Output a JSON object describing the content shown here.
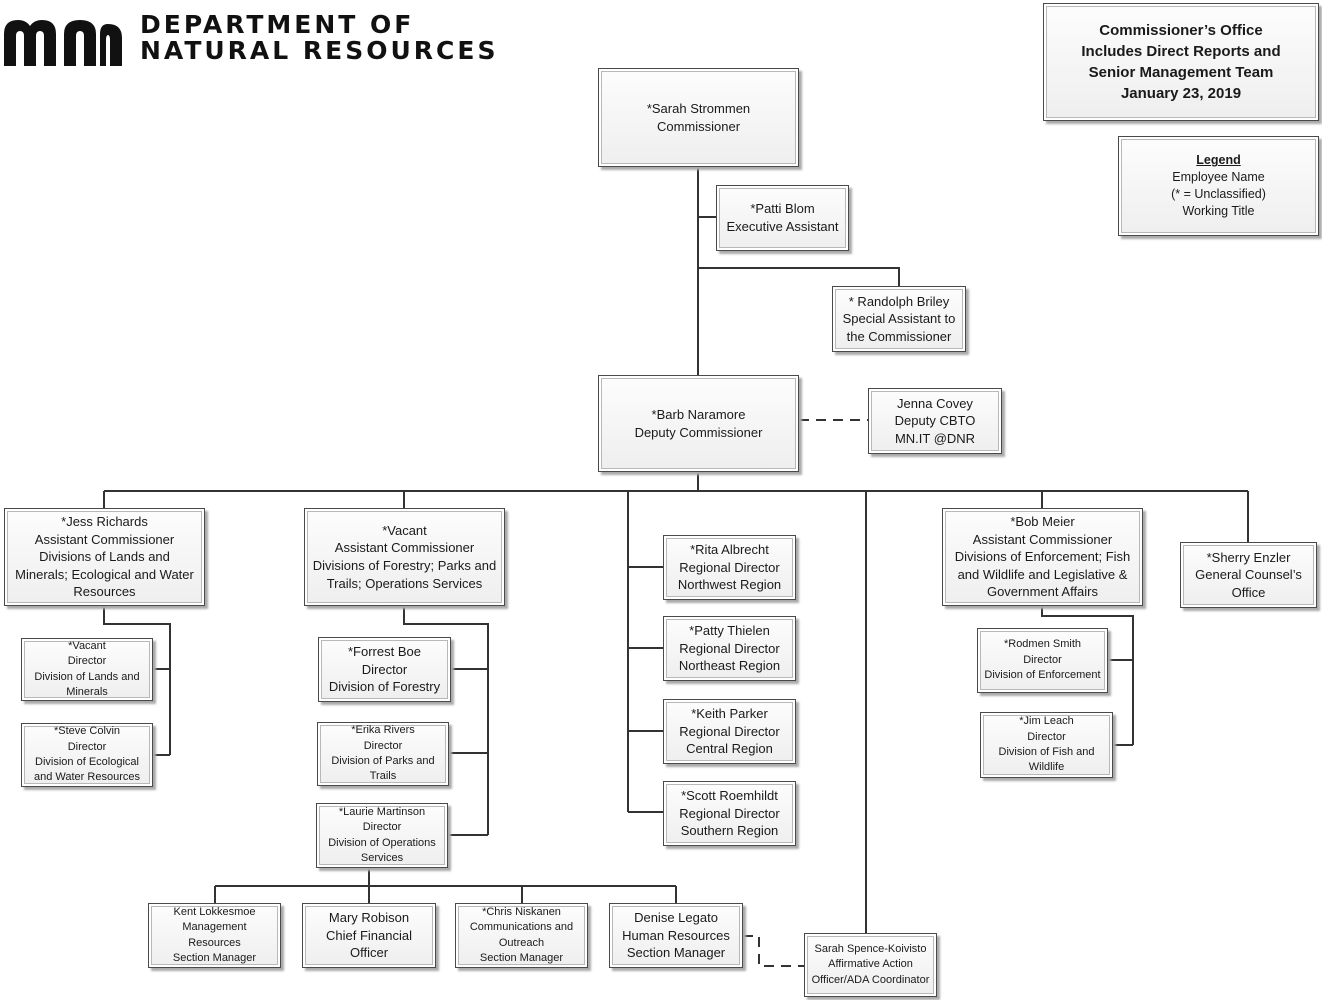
{
  "logo": {
    "line1": "DEPARTMENT OF",
    "line2": "NATURAL RESOURCES"
  },
  "header_box": {
    "line1": "Commissioner’s Office",
    "line2": "Includes Direct Reports and",
    "line3": "Senior Management Team",
    "line4": "January 23, 2019"
  },
  "legend": {
    "title": "Legend",
    "line1": "Employee Name",
    "line2": "(* = Unclassified)",
    "line3": "Working Title"
  },
  "positions": {
    "commissioner": {
      "name": "*Sarah Strommen",
      "title": "Commissioner"
    },
    "exec_assistant": {
      "name": "*Patti Blom",
      "title": "Executive Assistant"
    },
    "special_assistant": {
      "name": "* Randolph Briley",
      "title1": "Special Assistant to",
      "title2": "the Commissioner"
    },
    "deputy": {
      "name": "*Barb Naramore",
      "title": "Deputy Commissioner"
    },
    "cbto": {
      "name": "Jenna Covey",
      "title1": "Deputy CBTO",
      "title2": "MN.IT @DNR"
    },
    "richards": {
      "name": "*Jess Richards",
      "t1": "Assistant Commissioner",
      "t2": "Divisions of  Lands and",
      "t3": "Minerals; Ecological and Water",
      "t4": "Resources"
    },
    "vacant_ac": {
      "name": "*Vacant",
      "t1": "Assistant Commissioner",
      "t2": "Divisions of Forestry; Parks and",
      "t3": "Trails; Operations Services"
    },
    "albrecht": {
      "name": "*Rita Albrecht",
      "t1": "Regional Director",
      "t2": "Northwest Region"
    },
    "thielen": {
      "name": "*Patty Thielen",
      "t1": "Regional Director",
      "t2": "Northeast Region"
    },
    "parker": {
      "name": "*Keith Parker",
      "t1": "Regional Director",
      "t2": "Central Region"
    },
    "roemhildt": {
      "name": "*Scott Roemhildt",
      "t1": "Regional Director",
      "t2": "Southern Region"
    },
    "meier": {
      "name": "*Bob Meier",
      "t1": "Assistant Commissioner",
      "t2": "Divisions of Enforcement; Fish",
      "t3": "and Wildlife and Legislative &",
      "t4": "Government Affairs"
    },
    "enzler": {
      "name": "*Sherry Enzler",
      "t1": "General Counsel’s",
      "t2": "Office"
    },
    "vacant_lam": {
      "name": "*Vacant",
      "t1": "Director",
      "t2": "Division of Lands and",
      "t3": "Minerals"
    },
    "colvin": {
      "name": "*Steve Colvin",
      "t1": "Director",
      "t2": "Division of Ecological",
      "t3": "and Water Resources"
    },
    "boe": {
      "name": "*Forrest Boe",
      "t1": "Director",
      "t2": "Division of Forestry"
    },
    "rivers": {
      "name": "*Erika Rivers",
      "t1": "Director",
      "t2": "Division of Parks and",
      "t3": "Trails"
    },
    "martinson": {
      "name": "*Laurie Martinson",
      "t1": "Director",
      "t2": "Division of Operations",
      "t3": "Services"
    },
    "smith": {
      "name": "*Rodmen Smith",
      "t1": "Director",
      "t2": "Division of Enforcement"
    },
    "leach": {
      "name": "*Jim Leach",
      "t1": "Director",
      "t2": "Division of Fish and",
      "t3": "Wildlife"
    },
    "lokkesmoe": {
      "name": "Kent Lokkesmoe",
      "t1": "Management",
      "t2": "Resources",
      "t3": "Section Manager"
    },
    "robison": {
      "name": "Mary Robison",
      "t1": "Chief Financial",
      "t2": "Officer"
    },
    "niskanen": {
      "name": "*Chris Niskanen",
      "t1": "Communications and",
      "t2": "Outreach",
      "t3": "Section Manager"
    },
    "legato": {
      "name": "Denise Legato",
      "t1": "Human Resources",
      "t2": "Section Manager"
    },
    "spence": {
      "name": "Sarah Spence-Koivisto",
      "t1": "Affirmative Action",
      "t2": "Officer/ADA Coordinator"
    }
  }
}
